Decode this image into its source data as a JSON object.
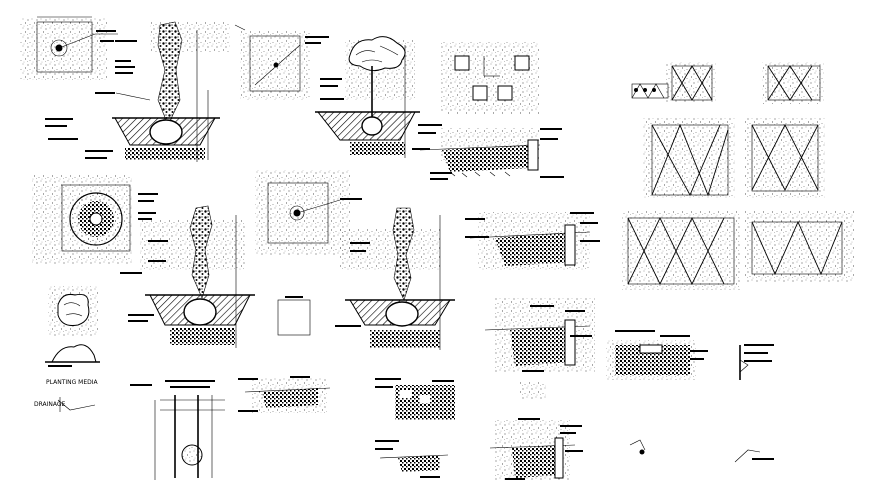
{
  "drawing": {
    "ink_color": "#000000",
    "paper_color": "#ffffff",
    "legend_labels": {
      "planting_label": "PLANTING MEDIA",
      "drainage_label": "DRAINAGE"
    }
  },
  "details": [
    {
      "id": "tree-pit-plan-1"
    },
    {
      "id": "tree-planting-section-1"
    },
    {
      "id": "tree-guard-plan"
    },
    {
      "id": "tree-planting-section-2"
    },
    {
      "id": "paving-grid-plan"
    },
    {
      "id": "planter-edge-section-1"
    },
    {
      "id": "lattice-panel-small-1"
    },
    {
      "id": "lattice-panel-small-2"
    },
    {
      "id": "lattice-panel-small-3"
    },
    {
      "id": "lattice-panel-medium-1"
    },
    {
      "id": "lattice-panel-medium-2"
    },
    {
      "id": "lattice-panel-large-1"
    },
    {
      "id": "lattice-panel-large-2"
    },
    {
      "id": "tree-grate-plan-large"
    },
    {
      "id": "tree-pit-plan-2"
    },
    {
      "id": "tree-planting-section-3"
    },
    {
      "id": "tree-planting-section-4"
    },
    {
      "id": "planter-edge-section-2"
    },
    {
      "id": "planter-edge-section-3"
    },
    {
      "id": "boulder-plan"
    },
    {
      "id": "boulder-elevation"
    },
    {
      "id": "small-square-plan"
    },
    {
      "id": "bollard-elevation"
    },
    {
      "id": "edge-strip-section-1"
    },
    {
      "id": "step-section"
    },
    {
      "id": "planter-wall-section"
    },
    {
      "id": "curb-section"
    },
    {
      "id": "edge-strip-section-2"
    },
    {
      "id": "planter-edge-section-4"
    }
  ]
}
